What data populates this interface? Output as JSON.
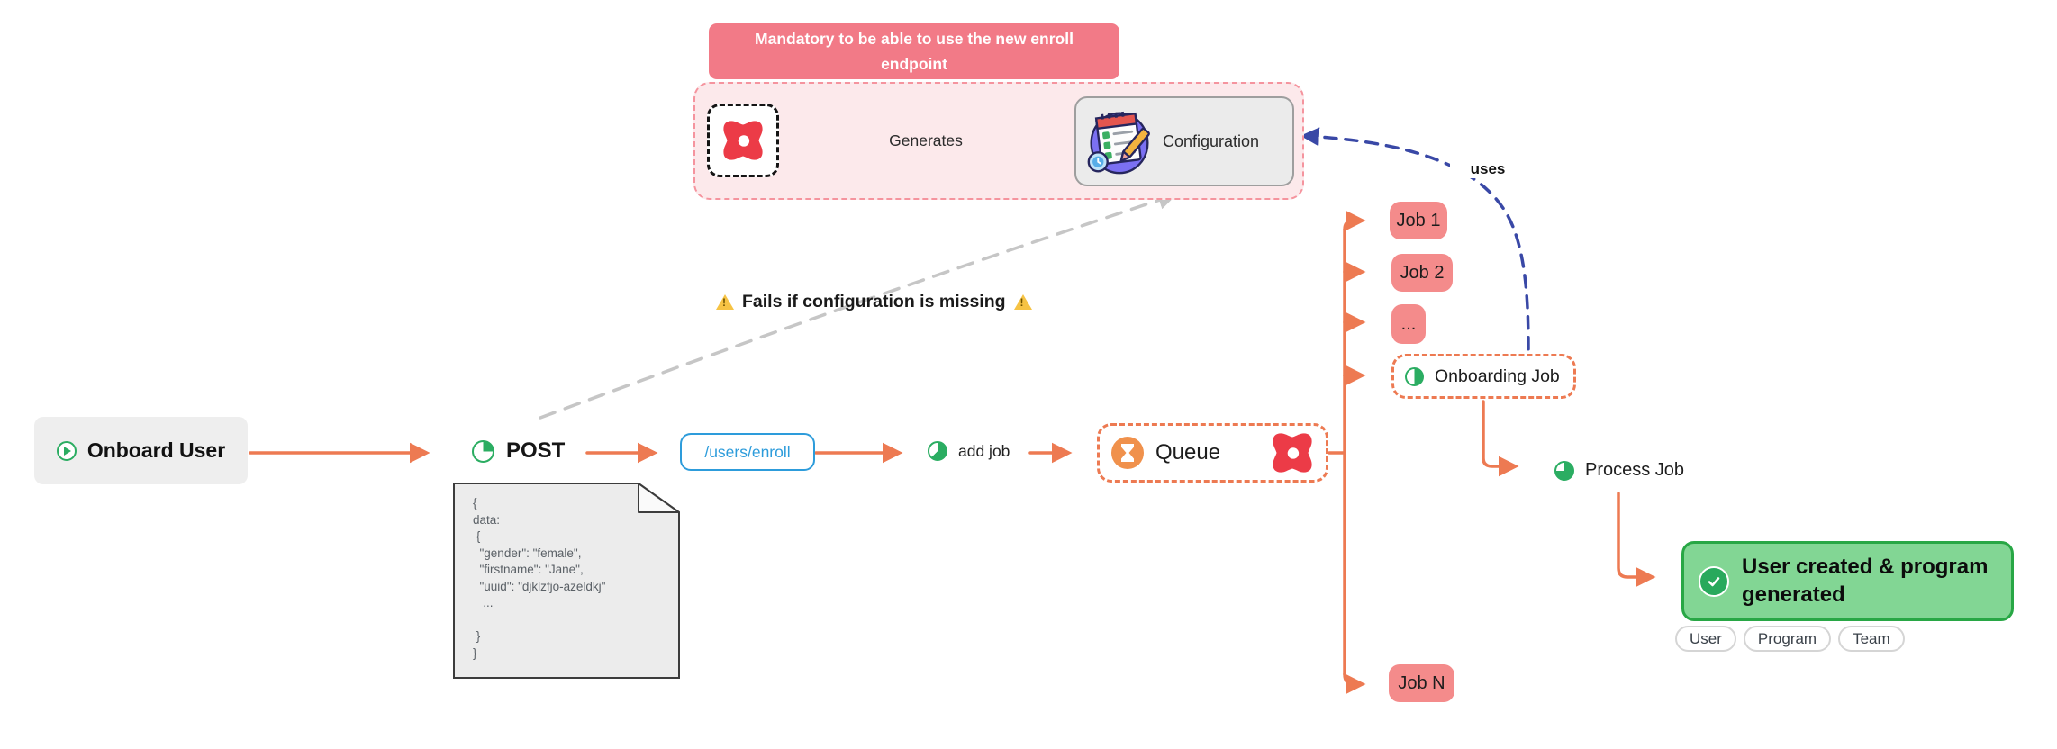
{
  "top": {
    "banner": "Mandatory to be able to use the new enroll endpoint",
    "generates_label": "Generates",
    "configuration_label": "Configuration",
    "uses_label": "uses"
  },
  "warning": {
    "text": "Fails if configuration is missing"
  },
  "flow": {
    "onboard_user_label": "Onboard User",
    "post_label": "POST",
    "endpoint_label": "/users/enroll",
    "add_job_label": "add job",
    "queue_label": "Queue",
    "payload_text": "{\ndata:\n {\n  \"gender\": \"female\",\n  \"firstname\": \"Jane\",\n  \"uuid\": \"djklzfjo-azeldkj\"\n   ...\n\n }\n}"
  },
  "jobs": [
    "Job 1",
    "Job 2",
    "...",
    "Job N"
  ],
  "onboarding_job_label": "Onboarding Job",
  "process_job_label": "Process Job",
  "result": {
    "title": "User created & program generated",
    "tags": [
      "User",
      "Program",
      "Team"
    ]
  },
  "colors": {
    "orange": "#ED7A52",
    "banner_pink": "#F27A87",
    "container_pink_fill": "#FCE9EB",
    "container_pink_border": "#F5949E",
    "job_pink": "#F48B8B",
    "green": "#2BAD62",
    "result_green_fill": "#82D694",
    "result_green_border": "#28A745",
    "endpoint_blue": "#2D9CDB",
    "uses_navy": "#3948A6",
    "gray_dashed": "#C6C6C6",
    "red_logo": "#EC3B47"
  }
}
